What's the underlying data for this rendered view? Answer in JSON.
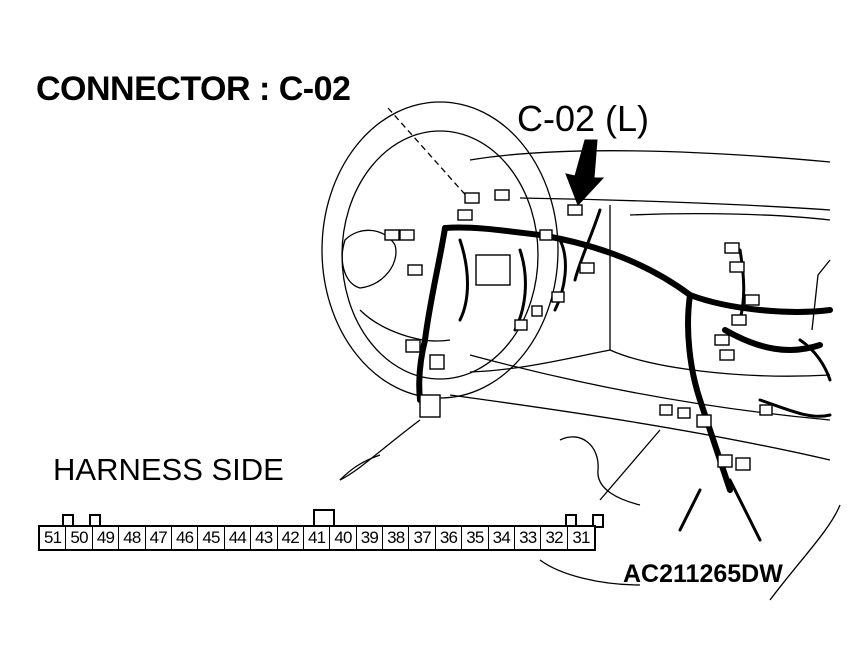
{
  "title": "CONNECTOR : C-02",
  "callout_label": "C-02 (L)",
  "harness_label": "HARNESS SIDE",
  "figure_code": "AC211265DW",
  "pins": [
    "51",
    "50",
    "49",
    "48",
    "47",
    "46",
    "45",
    "44",
    "43",
    "42",
    "41",
    "40",
    "39",
    "38",
    "37",
    "36",
    "35",
    "34",
    "33",
    "32",
    "31"
  ]
}
